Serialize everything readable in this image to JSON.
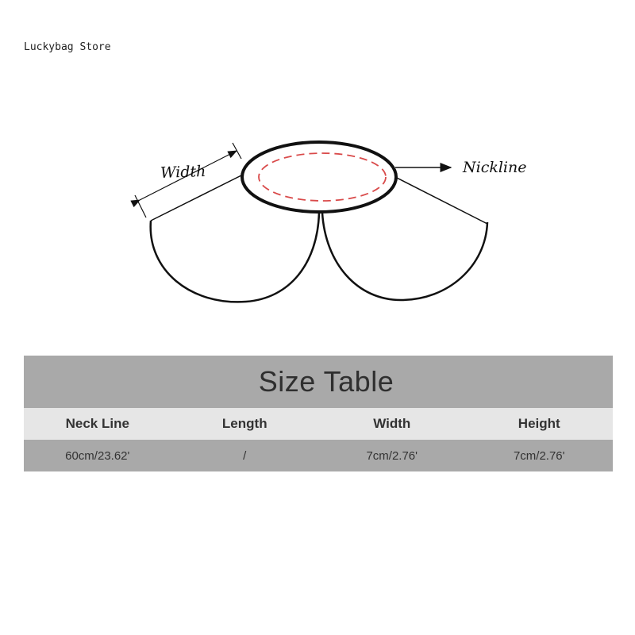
{
  "store": {
    "name": "Luckybag Store"
  },
  "diagram": {
    "width_label": "Width",
    "neckline_label": "Nickline",
    "outline_color": "#111111",
    "dashed_color": "#d94a4a"
  },
  "size_table": {
    "title": "Size Table",
    "headers": [
      "Neck Line",
      "Length",
      "Width",
      "Height"
    ],
    "values": [
      "60cm/23.62'",
      "/",
      "7cm/2.76'",
      "7cm/2.76'"
    ]
  }
}
